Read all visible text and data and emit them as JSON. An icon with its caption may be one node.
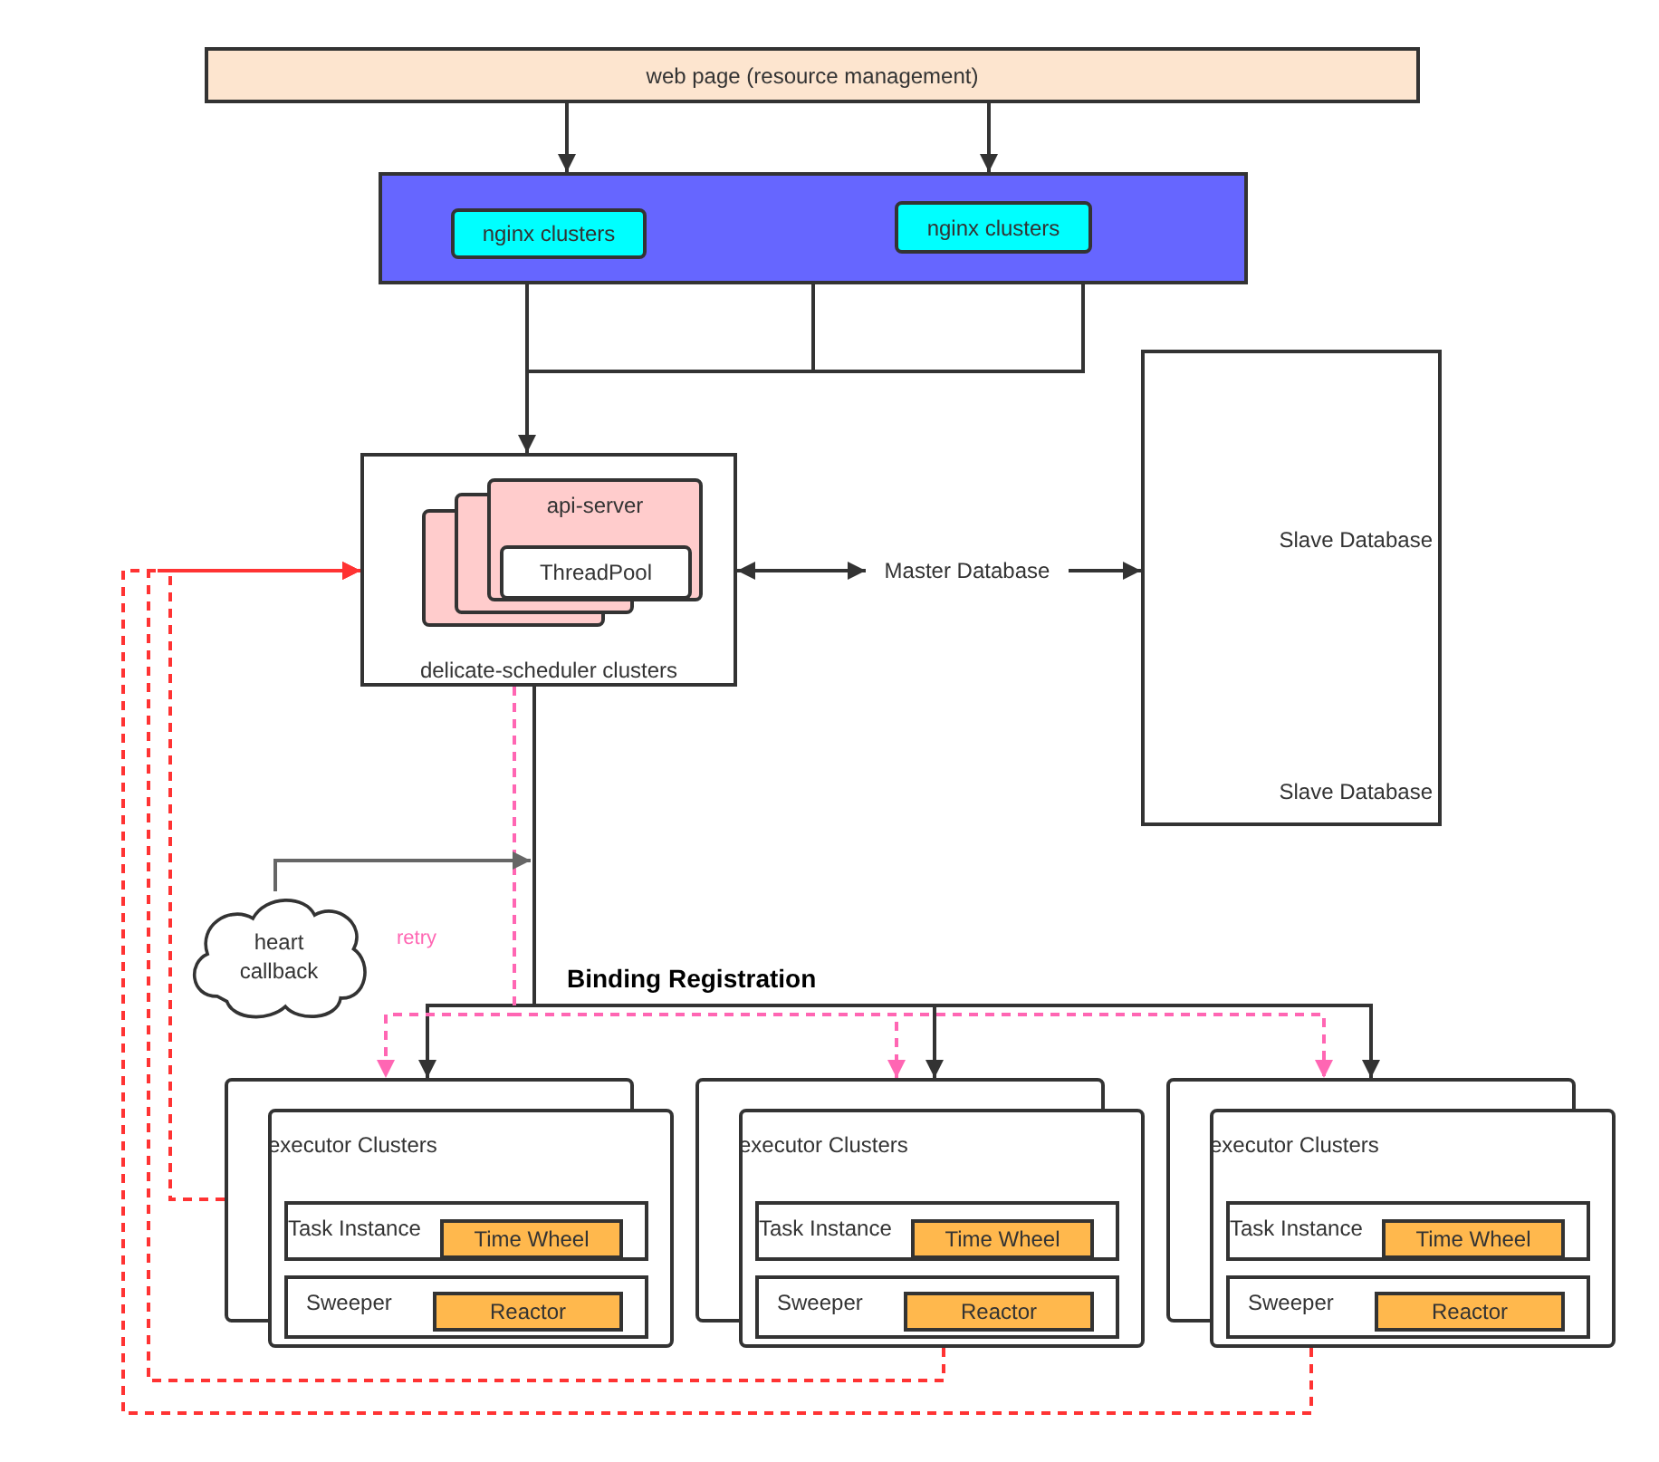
{
  "diagram": {
    "nodes": [
      {
        "text": [
          "web page (resource management)"
        ]
      },
      {
        "text": [],
        "shape": "box"
      },
      {
        "text": [
          "nginx clusters"
        ],
        "in": 1
      },
      {
        "text": [
          "nginx clusters"
        ],
        "in": 1
      },
      {
        "text": [
          "delicate-scheduler clusters"
        ]
      },
      {
        "text": [
          "api-server"
        ],
        "in": 4
      },
      {
        "text": [
          "ThreadPool"
        ],
        "in": 5
      },
      {
        "text": [
          "Master Database"
        ]
      },
      {
        "text": [
          "Slave Database",
          "Slave Database"
        ]
      },
      {
        "text": [
          "heart callback"
        ]
      },
      {
        "text": [
          "executor Clusters"
        ]
      },
      {
        "text": [
          "Task Instance"
        ],
        "in": 10
      },
      {
        "text": [
          "Time Wheel"
        ],
        "in": 11
      },
      {
        "text": [
          "Sweeper"
        ],
        "in": 10
      },
      {
        "text": [
          "Reactor"
        ],
        "in": 13
      },
      {
        "text": [
          "executor Clusters"
        ]
      },
      {
        "text": [
          "Task Instance"
        ],
        "in": 15
      },
      {
        "text": [
          "Time Wheel"
        ],
        "in": 16
      },
      {
        "text": [
          "Sweeper"
        ],
        "in": 15
      },
      {
        "text": [
          "Reactor"
        ],
        "in": 18
      },
      {
        "text": [
          "executor Clusters"
        ]
      },
      {
        "text": [
          "Task Instance"
        ],
        "in": 20
      },
      {
        "text": [
          "Time Wheel"
        ],
        "in": 21
      },
      {
        "text": [
          "Sweeper"
        ],
        "in": 20
      },
      {
        "text": [
          "Reactor"
        ],
        "in": 23
      }
    ],
    "edges": [
      {
        "from": 0,
        "to": 1,
        "arrow": "to"
      },
      {
        "from": 0,
        "to": 1,
        "arrow": "to"
      },
      {
        "from": 1,
        "to": 4,
        "arrow": "to"
      },
      {
        "from": 4,
        "to": 7,
        "arrow": "both"
      },
      {
        "from": 7,
        "to": 8,
        "arrow": "to"
      },
      {
        "from": 4,
        "to": 10,
        "arrow": "to",
        "label": "Binding Registration"
      },
      {
        "from": 4,
        "to": 15,
        "arrow": "to"
      },
      {
        "from": 4,
        "to": 20,
        "arrow": "to"
      },
      {
        "from": 4,
        "to": 10,
        "arrow": "to",
        "style": "dashed",
        "color": "#ff66b3",
        "label": "retry"
      },
      {
        "from": 4,
        "to": 15,
        "arrow": "to",
        "style": "dashed",
        "color": "#ff66b3"
      },
      {
        "from": 4,
        "to": 20,
        "arrow": "to",
        "style": "dashed",
        "color": "#ff66b3"
      },
      {
        "from": 9,
        "to": null,
        "arrow": "to",
        "color": "#666666"
      },
      {
        "from": 10,
        "to": 4,
        "arrow": "to",
        "style": "dashed",
        "color": "#ff3333"
      },
      {
        "from": 15,
        "to": 4,
        "arrow": "to",
        "style": "dashed",
        "color": "#ff3333"
      },
      {
        "from": 20,
        "to": 4,
        "arrow": "to",
        "style": "dashed",
        "color": "#ff3333"
      }
    ]
  }
}
